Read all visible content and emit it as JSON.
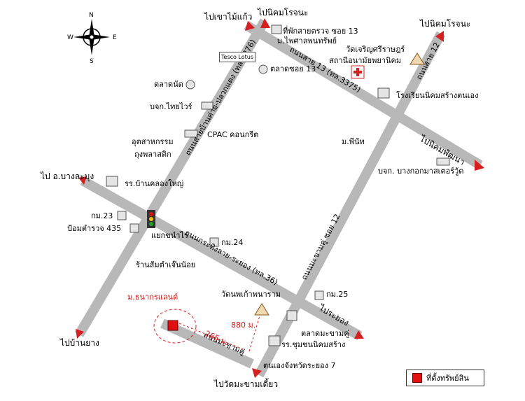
{
  "compass": {
    "n": "N",
    "s": "S",
    "e": "E",
    "w": "W"
  },
  "destinations": {
    "top_left_1": "ไปเขาไม้แก้ว",
    "top_left_2": "ไปนิคมโรจนะ",
    "top_right": "ไปนิคมโรจนะ",
    "left": "ไป อ.บางละมุง",
    "right_mid": "ไปนิคมพัฒนา",
    "bottom_left": "ไปบ้านยาง",
    "bottom_mid": "ไปวัดมะขามเดี้ยว",
    "right_bottom": "ไประยอง"
  },
  "roads": {
    "vertical_left": "ถนนสายบ้านค่าย-ปลวกแดง (ทล.3376)",
    "diag_top": "ถนนสาย 13 (ทล.3375)",
    "right_12": "ถนนสาย 12",
    "mid_road": "ถนนกระทิงลาย-ระยอง (ทล.36)",
    "soi12": "ถนนมะขามคู่ ซอย 12",
    "soi_bottom": "ถนนมะขามคู่"
  },
  "places": {
    "police13": "ที่พักสายตรวจ ซอย 13",
    "paisal": "ม.ไพศาลพนทรัพย์",
    "wat_charoen": "วัดเจริญศรีราษฎร์",
    "health": "สถานีอนามัยพยานิคม",
    "lotus": "Tesco Lotus",
    "market13": "ตลาดซอย 13",
    "school_nikhom": "โรงเรียนนิคมสร้างตนเอง",
    "talad_nat": "ตลาดนัด",
    "thaiwire": "บจก.ไทยไวร์",
    "cpac": "CPAC คอนกรีต",
    "industry": "อุตสาหกรรม",
    "industry2": "ถุงพลาสติก",
    "m_pinat": "ม.พีนัท",
    "bangkok_master": "บจก. บางกอกมาสเตอร์วู้ด",
    "school_ban": "รร.บ้านคลองใหญ่",
    "km23": "กม.23",
    "post435": "ป้อมตำรวจ 435",
    "junction": "แยกขนำไร่",
    "km24": "กม.24",
    "shop": "ร้านส้มตำเจ๊นน้อย",
    "property": "ม.ธนากรแลนด์",
    "wat_phet": "วัดนพเก้าพนาราม",
    "km25": "กม.25",
    "market_makham": "ตลาดมะขามคู่",
    "school_chumchon": "รร.ชุมชนนิคมสร้าง",
    "school_chumchon2": "ตนเองจังหวัดระยอง 7",
    "dist1": "265 ม.",
    "dist2": "880 ม."
  },
  "legend": {
    "label": "ที่ตั้งทรัพย์สิน"
  },
  "colors": {
    "road": "#b4b4b4",
    "arrow": "#d42020",
    "property": "#e01010"
  }
}
